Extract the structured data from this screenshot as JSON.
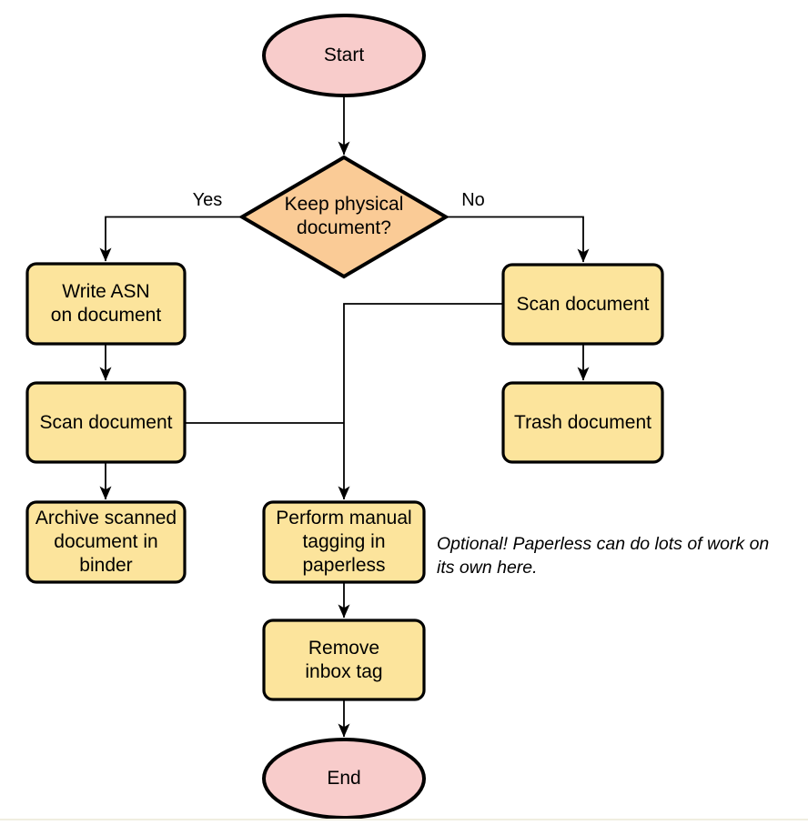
{
  "diagram_type": "flowchart",
  "colors": {
    "terminal_fill": "#F8CCCB",
    "decision_fill": "#FACB96",
    "process_fill": "#FCE49C",
    "node_stroke": "#000000",
    "edge_color": "#000000",
    "text_color": "#000000",
    "canvas_bg": "#FFFFFF",
    "bottom_rule": "#F0EEE0"
  },
  "nodes": {
    "start": {
      "type": "terminal",
      "label": "Start"
    },
    "keep_physical": {
      "type": "decision",
      "label": "Keep physical\ndocument?"
    },
    "write_asn": {
      "type": "process",
      "label": "Write ASN\non document"
    },
    "scan_document_left": {
      "type": "process",
      "label": "Scan document"
    },
    "archive_binder": {
      "type": "process",
      "label": "Archive scanned\ndocument in\nbinder"
    },
    "scan_document_right": {
      "type": "process",
      "label": "Scan document"
    },
    "trash_document": {
      "type": "process",
      "label": "Trash document"
    },
    "manual_tagging": {
      "type": "process",
      "label": "Perform manual\ntagging in\npaperless"
    },
    "remove_inbox_tag": {
      "type": "process",
      "label": "Remove\ninbox tag"
    },
    "end": {
      "type": "terminal",
      "label": "End"
    }
  },
  "edge_labels": {
    "yes": "Yes",
    "no": "No"
  },
  "annotation": {
    "text": "Optional! Paperless can do lots of work on\nits own here."
  }
}
